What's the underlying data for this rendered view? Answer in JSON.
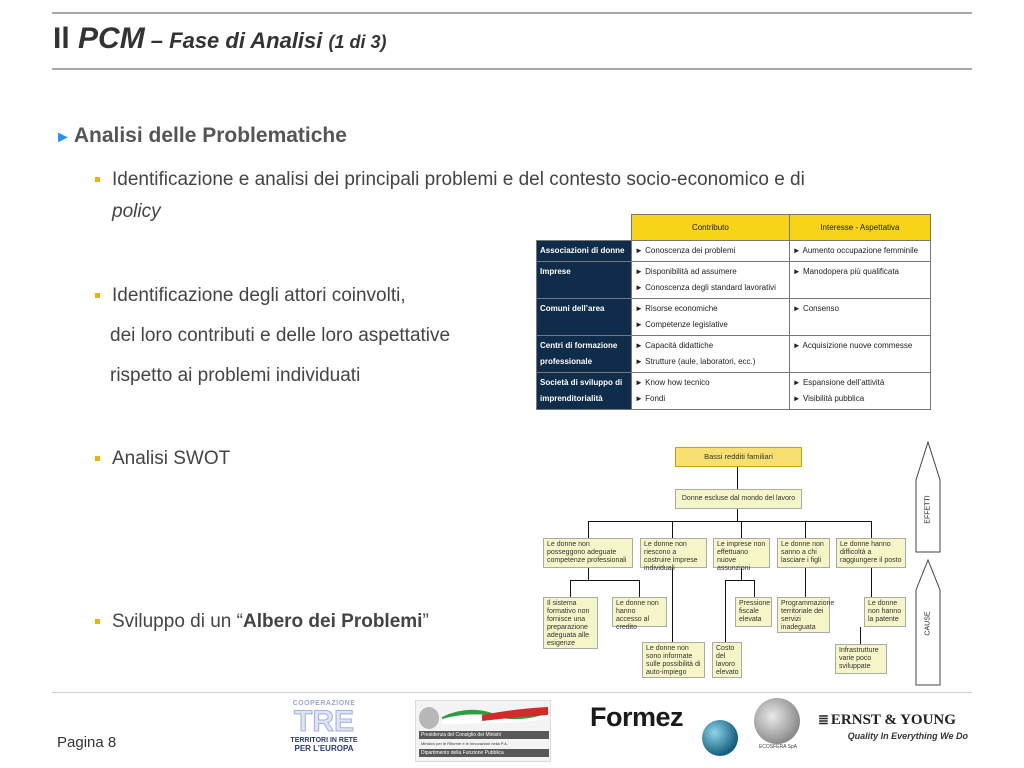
{
  "title": {
    "part1": "Il ",
    "part2": "PCM",
    "part3": " – Fase di Analisi ",
    "part4": "(1 di 3)"
  },
  "heading": {
    "arrow": "►",
    "text": "Analisi delle Problematiche"
  },
  "bullets": {
    "b1_line1": "Identificazione e analisi dei principali problemi e del contesto socio-economico e di",
    "b1_line2": "policy",
    "b2_line1": "Identificazione degli attori coinvolti,",
    "b2_line2": "dei loro contributi e delle loro aspettative",
    "b2_line3": "rispetto ai problemi individuati",
    "b3": "Analisi SWOT",
    "b4_pre": "Sviluppo di un “",
    "b4_bold": "Albero dei Problemi",
    "b4_post": "”"
  },
  "table": {
    "headers": [
      "Contributo",
      "Interesse - Aspettativa"
    ],
    "rows": [
      {
        "actor": "Associazioni di donne",
        "contrib": [
          "► Conoscenza dei problemi"
        ],
        "interest": [
          "► Aumento occupazione femminile"
        ]
      },
      {
        "actor": "Imprese",
        "contrib": [
          "► Disponibilità ad assumere",
          "► Conoscenza degli standard lavorativi"
        ],
        "interest": [
          "► Manodopera più qualificata"
        ]
      },
      {
        "actor": "Comuni dell’area",
        "contrib": [
          "► Risorse economiche",
          "► Competenze legislative"
        ],
        "interest": [
          "► Consenso"
        ]
      },
      {
        "actor": "Centri di formazione professionale",
        "contrib": [
          "► Capacità didattiche",
          "► Strutture (aule, laboratori, ecc.)"
        ],
        "interest": [
          "► Acquisizione nuove commesse"
        ]
      },
      {
        "actor": "Società di sviluppo di imprenditorialità",
        "contrib": [
          "► Know how tecnico",
          "► Fondi"
        ],
        "interest": [
          "► Espansione dell’attività",
          "► Visibilità pubblica"
        ]
      }
    ]
  },
  "tree": {
    "top": "Bassi redditi familiari",
    "mid": "Donne escluse dal mondo del lavoro",
    "level1": [
      "Le donne non posseggono adeguate competenze professionali",
      "Le donne non riescono a costruire imprese individuali",
      "Le imprese non effettuano nuove assunzioni",
      "Le donne non sanno a chi lasciare i figli",
      "Le donne hanno difficoltà a raggiungere il posto"
    ],
    "level2": [
      "Il sistema formativo non fornisce una preparazione adeguata alle esigenze",
      "Le donne non hanno accesso al credito",
      "Pressione fiscale elevata",
      "Programmazione territoriale dei servizi inadeguata",
      "Le donne non hanno la patente"
    ],
    "level3": [
      "Le donne non sono informate sulle possibilità di auto-impiego",
      "Costo del lavoro elevato",
      "Infrastrutture varie poco sviluppate"
    ],
    "effetti": "EFFETTI",
    "cause": "CAUSE"
  },
  "footer": {
    "page": "Pagina 8",
    "logo1_top": "COOPERAZIONE",
    "logo1_mid": "TRE",
    "logo1_bot1": "TERRITORI IN RETE",
    "logo1_bot2": "PER L’EUROPA",
    "logo2_l1": "Presidenza del Consiglio dei Ministri",
    "logo2_l2": "Ministro per le Riforme e le Innovazioni nella P.A.",
    "logo2_l3": "Dipartimento della Funzione Pubblica",
    "logo3": "Formez",
    "logo4": "ECOSFERA SpA",
    "logo5_l1": "ERNST & YOUNG",
    "logo5_l2": "Quality In Everything We Do"
  },
  "colors": {
    "accent_yellow": "#f7d417",
    "dark_blue": "#0f2c4a",
    "arrow_blue": "#1e90ff",
    "bullet_yellow": "#e8b400"
  }
}
